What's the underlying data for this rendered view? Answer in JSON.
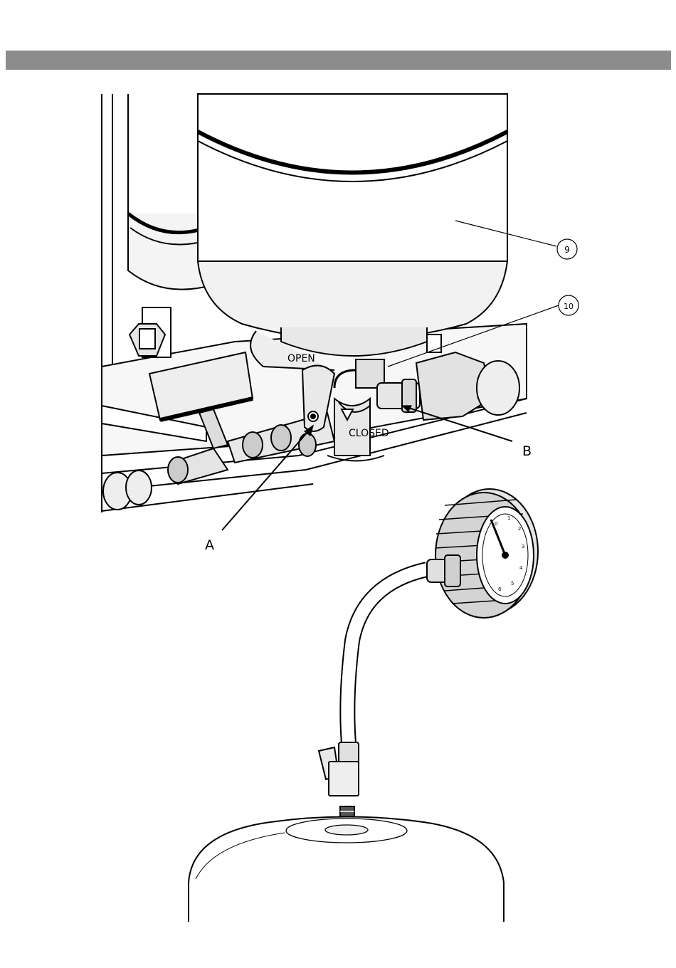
{
  "header": {
    "bar_color": "#8c8c8c"
  },
  "callouts": {
    "part_9": "9",
    "part_10": "10",
    "valve_open": "OPEN",
    "valve_closed": "CLOSED",
    "pointer_a": "A",
    "pointer_b": "B"
  },
  "gauge": {
    "scale": [
      "0",
      "1",
      "2",
      "3",
      "4",
      "5",
      "6"
    ]
  },
  "icons": [
    "expansion-vessel-icon",
    "ball-valve-icon",
    "pressure-gauge-icon",
    "tyre-valve-icon"
  ]
}
